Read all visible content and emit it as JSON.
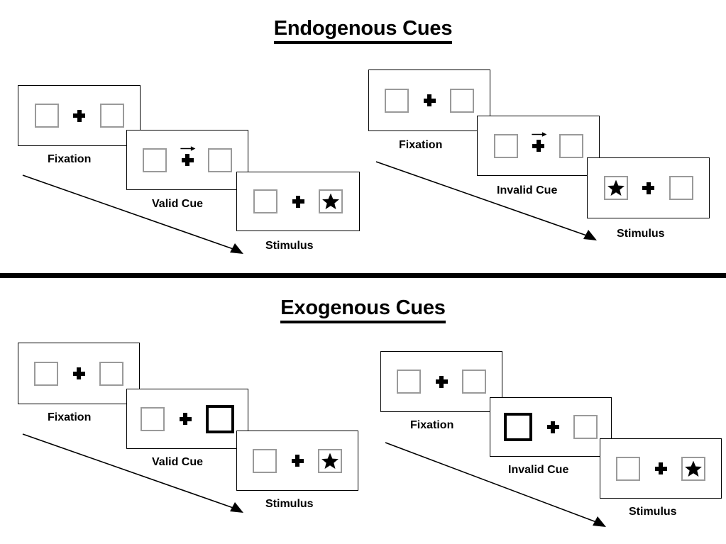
{
  "sections": [
    {
      "title": "Endogenous Cues",
      "cue_type": "arrow",
      "columns": [
        {
          "name": "valid",
          "panels": [
            {
              "label": "Fixation",
              "left_content": "empty",
              "right_content": "empty",
              "cue": "none"
            },
            {
              "label": "Valid Cue",
              "left_content": "empty",
              "right_content": "empty",
              "cue": "arrow-right"
            },
            {
              "label": "Stimulus",
              "left_content": "empty",
              "right_content": "star",
              "cue": "none"
            }
          ]
        },
        {
          "name": "invalid",
          "panels": [
            {
              "label": "Fixation",
              "left_content": "empty",
              "right_content": "empty",
              "cue": "none"
            },
            {
              "label": "Invalid Cue",
              "left_content": "empty",
              "right_content": "empty",
              "cue": "arrow-right"
            },
            {
              "label": "Stimulus",
              "left_content": "star",
              "right_content": "empty",
              "cue": "none"
            }
          ]
        }
      ]
    },
    {
      "title": "Exogenous Cues",
      "cue_type": "box-highlight",
      "columns": [
        {
          "name": "valid",
          "panels": [
            {
              "label": "Fixation",
              "left_content": "empty",
              "right_content": "empty",
              "cue": "none"
            },
            {
              "label": "Valid Cue",
              "left_content": "empty",
              "right_content": "empty",
              "cue": "highlight-right"
            },
            {
              "label": "Stimulus",
              "left_content": "empty",
              "right_content": "star",
              "cue": "none"
            }
          ]
        },
        {
          "name": "invalid",
          "panels": [
            {
              "label": "Fixation",
              "left_content": "empty",
              "right_content": "empty",
              "cue": "none"
            },
            {
              "label": "Invalid Cue",
              "left_content": "empty",
              "right_content": "empty",
              "cue": "highlight-left"
            },
            {
              "label": "Stimulus",
              "left_content": "empty",
              "right_content": "star",
              "cue": "none"
            }
          ]
        }
      ]
    }
  ],
  "colors": {
    "background": "#ffffff",
    "outline": "#000000",
    "box_border": "#9a9a9a",
    "cue_highlight": "#000000",
    "stimulus": "#000000",
    "divider": "#000000"
  }
}
